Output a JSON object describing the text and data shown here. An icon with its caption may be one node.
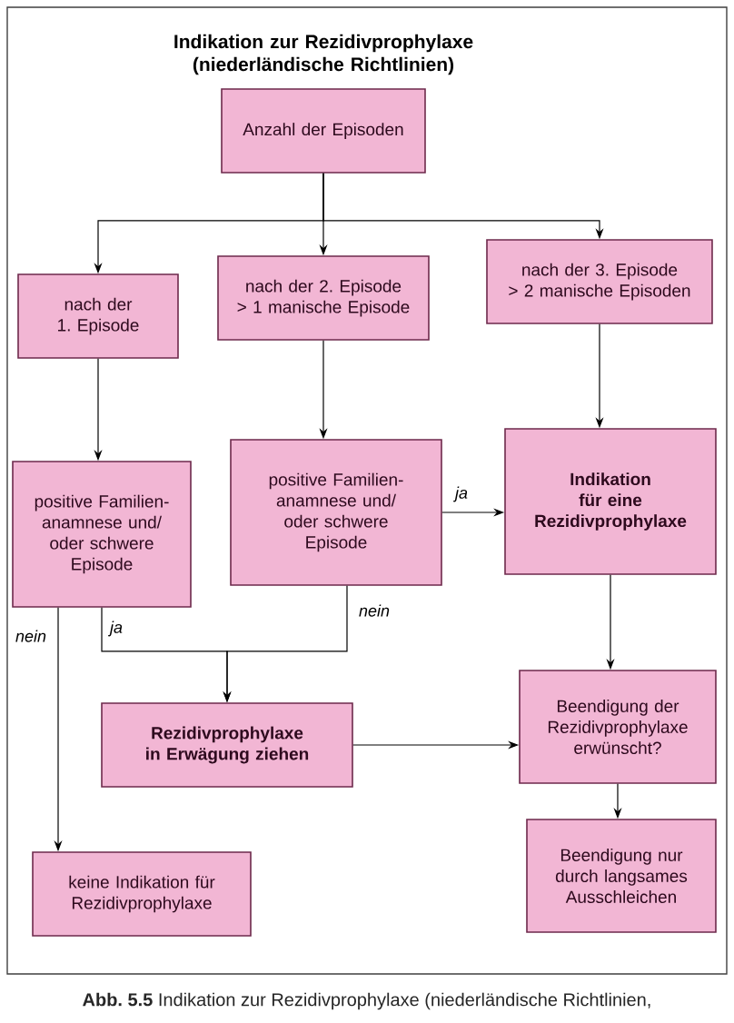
{
  "diagram": {
    "title": "Indikation zur Rezidivprophylaxe (niederländische Richtlinien)",
    "caption": "**Abb. 5.5** Indikation zur Rezidivprophylaxe (niederländische Richtlinien,",
    "nodes": [
      {
        "text": [
          "Anzahl der Episoden"
        ]
      },
      {
        "text": [
          "nach der 1. Episode"
        ]
      },
      {
        "text": [
          "nach der 2. Episode > 1 manische Episode"
        ]
      },
      {
        "text": [
          "nach der 3. Episode > 2 manische Episoden"
        ]
      },
      {
        "text": [
          "positive Familien- anamnese und/ oder schwere Episode"
        ]
      },
      {
        "text": [
          "positive Familien- anamnese und/ oder schwere Episode"
        ]
      },
      {
        "text": [
          "Indikation für eine Rezidivprophylaxe"
        ]
      },
      {
        "text": [
          "Rezidivprophylaxe in Erwägung ziehen"
        ]
      },
      {
        "text": [
          "Beendigung der Rezidivprophylaxe erwünscht?"
        ]
      },
      {
        "text": [
          "keine Indikation für Rezidivprophylaxe"
        ]
      },
      {
        "text": [
          "Beendigung nur durch langsames Ausschleichen"
        ]
      }
    ],
    "edges": [
      {
        "from": 0,
        "to": 1,
        "arrow": "to"
      },
      {
        "from": 0,
        "to": 2,
        "arrow": "to"
      },
      {
        "from": 0,
        "to": 3,
        "arrow": "to"
      },
      {
        "from": 1,
        "to": 4,
        "arrow": "to"
      },
      {
        "from": 2,
        "to": 5,
        "arrow": "to"
      },
      {
        "from": 3,
        "to": 6,
        "arrow": "to"
      },
      {
        "from": 5,
        "to": 6,
        "arrow": "to",
        "label": "ja"
      },
      {
        "from": 4,
        "to": 9,
        "arrow": "to",
        "label": "nein"
      },
      {
        "from": 4,
        "to": 7,
        "arrow": "to",
        "label": "ja"
      },
      {
        "from": 5,
        "to": 7,
        "arrow": "to",
        "label": "nein"
      },
      {
        "from": 6,
        "to": 8,
        "arrow": "to"
      },
      {
        "from": 7,
        "to": 8,
        "arrow": "to"
      },
      {
        "from": 8,
        "to": 10,
        "arrow": "to"
      }
    ]
  }
}
